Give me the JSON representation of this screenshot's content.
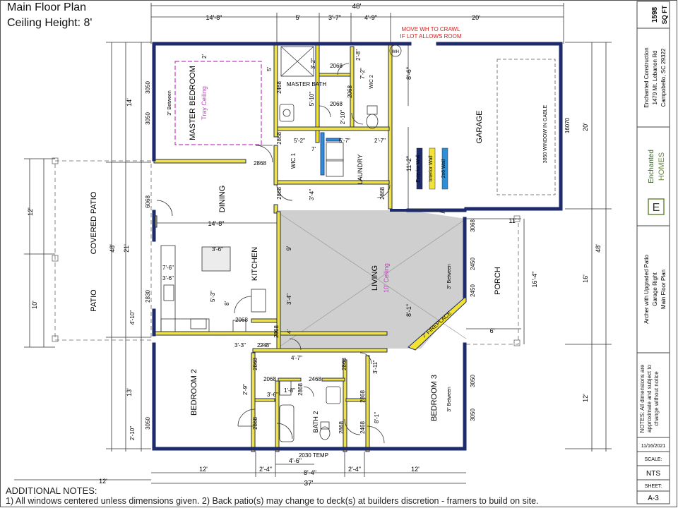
{
  "header": {
    "line1": "Main Floor Plan",
    "line2": "Ceiling Height: 8'"
  },
  "notes": {
    "heading": "ADDITIONAL NOTES:",
    "body": "1) All windows centered unless dimensions given. 2) Back patio(s) may change to deck(s) at builders discretion - framers to build on site."
  },
  "rooms": {
    "master_bedroom": "MASTER BEDROOM",
    "tray": "Tray Ceiling",
    "master_bath": "MASTER BATH",
    "wic1": "WIC 1",
    "wic2": "WIC 2",
    "laundry": "LAUNDRY",
    "garage": "GARAGE",
    "garage_window": "3050 WINDOW IN GABLE",
    "dining": "DINING",
    "kitchen": "KITCHEN",
    "living": "LIVING",
    "living_ceiling": "10' Ceiling",
    "porch": "PORCH",
    "covered_patio": "COVERED PATIO",
    "patio": "PATIO",
    "bedroom2": "BEDROOM 2",
    "bedroom3": "BEDROOM 3",
    "bath2": "BATH 2",
    "fireplace": "7' FIREPLACE",
    "temp": "2030 TEMP"
  },
  "annotations": {
    "move_wh_1": "MOVE WH TO CRAWL",
    "move_wh_2": "IF LOT ALLOWS ROOM",
    "wh": "WH"
  },
  "legend": [
    {
      "label": "Exterior Wall",
      "color": "#1d2a6b"
    },
    {
      "label": "Interior Wall",
      "color": "#f2e233"
    },
    {
      "label": "2x6 Wall",
      "color": "#2f8fd6"
    }
  ],
  "dimensions": {
    "top_total": "48'",
    "top": [
      "14'-8\"",
      "5'",
      "3'-7\"",
      "4'-9\"",
      "20'"
    ],
    "bottom_total": "37'",
    "bottom": [
      "12'",
      "2'-4\"",
      "8'-4\"",
      "2'-4\"",
      "12'"
    ],
    "bottom_inner": "4'-6\"",
    "bottom_left": "12'",
    "left_outer": "48'",
    "left_mid": "21'",
    "left": [
      "14'",
      "12'",
      "10'",
      "13'"
    ],
    "right_outer": "48'",
    "right": [
      "20'",
      "16'",
      "12'"
    ],
    "interior": {
      "d_14_8": "14'-8\"",
      "d_11": "11'",
      "d_6": "6'",
      "d_16_4": "16'-4\"",
      "d_9": "9'",
      "d_8_1": "8'-1\"",
      "d_8_6": "8'-6\"",
      "d_11_2": "11'-2\"",
      "d_5": "5'",
      "d_2": "2'",
      "d_3_6a": "3'-6\"",
      "d_7_6": "7'-6\"",
      "d_3_6b": "3'-6\"",
      "d_5_3": "5'-3\"",
      "d_8": "8'",
      "d_3_4": "3'-4\"",
      "d_4": "4'",
      "d_3_3": "3'-3\"",
      "d_2_8": "2'-8\"",
      "d_4_7": "4'-7\"",
      "d_3_11": "3'-11\"",
      "d_4_10": "4'-10\"",
      "d_2_10": "2'-10\"",
      "d_5_2": "5'-2\"",
      "d_5_7": "5'-7\"",
      "d_2_7": "2'-7\"",
      "d_7": "7'",
      "d_3_4b": "3'-4\"",
      "d_5_10": "5'-10\"",
      "d_2_10b": "2'-10\"",
      "d_7_2": "7'-2\"",
      "d_2_8b": "2'-8\"",
      "d_3_2": "3'-2\"",
      "d_2_9": "2'-9\"",
      "d_3_6c": "3'-6\"",
      "d_1_8": "1'-8\"",
      "d_8_1b": "8'-1\"",
      "d_2_4": "2'-4\""
    },
    "windows": {
      "w3050a": "3050",
      "w3050b": "3050",
      "w6068": "6068",
      "w2830": "2830",
      "w3050c": "3050",
      "w3068": "3068",
      "w2450a": "2450",
      "w2450b": "2450",
      "w3050d": "3050",
      "w3050e": "3050",
      "w16070": "16070",
      "between1": "3\" Between",
      "between2": "3\" Between",
      "between3": "3\" Between"
    },
    "doors": {
      "d2068a": "2068",
      "d2068b": "2068",
      "d2468a": "2468",
      "d2068c": "2068",
      "d2868a": "2868",
      "d2868b": "2868",
      "d2868c": "2868",
      "d2868d": "2868",
      "d2068d": "2068",
      "d2868e": "2868",
      "d2868f": "2868",
      "d2068e": "2068",
      "d2468b": "2468",
      "d2868g": "2868",
      "d2868h": "2868",
      "d2468c": "2468",
      "d2868i": "2868",
      "d2868j": "2868",
      "d2868k": "2868"
    }
  },
  "title_block": {
    "sqft_num": "1598",
    "sqft_unit": "SQ FT",
    "company": "Enchanted Construction",
    "addr1": "1479 Mt. Lebanon Rd",
    "addr2": "Campobello, SC 29322",
    "logo_top": "Enchanted",
    "logo_bottom": "HOMES",
    "logo_letter": "E",
    "plan1": "Archer with Upgraded Patio",
    "plan2": "Garage Right",
    "plan3": "Main Floor Plan",
    "notes": "NOTES: All dimensions are approximate and subject to change without notice",
    "date": "11/16/2021",
    "scale_label": "SCALE:",
    "scale": "NTS",
    "sheet_label": "SHEET:",
    "sheet": "A-3"
  },
  "colors": {
    "exterior": "#1d2a6b",
    "interior": "#f2e233",
    "twobysix": "#2f8fd6",
    "living_fill": "#cfcfcf",
    "tray": "#c43bc4",
    "red_note": "#d62020"
  }
}
